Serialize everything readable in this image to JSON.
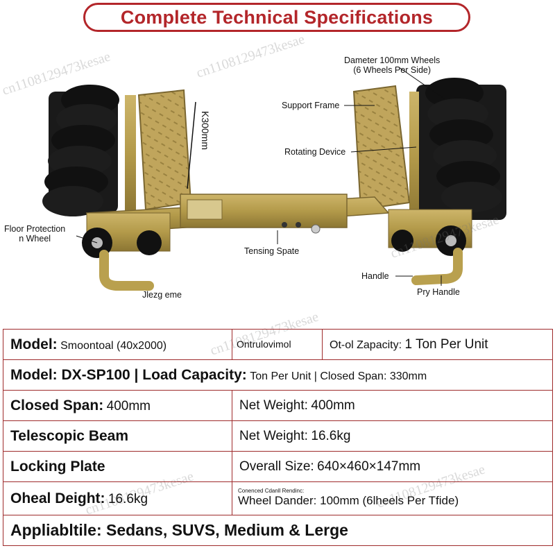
{
  "header": {
    "title": "Complete Technical Specifications"
  },
  "callouts": {
    "wheels_line1": "Dameter 100mm Wheels",
    "wheels_line2": "(6 Wheels Per Side)",
    "support_frame": "Support Frame",
    "rotating_device": "Rotating Device",
    "dimension": "K300mm",
    "floor_line1": "Floor Protection",
    "floor_line2": "n Wheel",
    "tensing_spate": "Tensing Spate",
    "handle": "Handle",
    "pry_handle": "Pry Handle",
    "lower_left": "Jlezg eme"
  },
  "watermark": "cn1108129473kesae",
  "colors": {
    "accent": "#b3262a",
    "frame": "#b39a4a",
    "wheel": "#111111",
    "table_border": "#9e2a2b"
  },
  "table": {
    "r1": {
      "label": "Model:",
      "value": "Smoontoal (40x2000)",
      "mid": "Ontrulovimol",
      "right_label": "Ot-ol Zapacity:",
      "right_value": "1 Ton Per Unit"
    },
    "r2": {
      "label": "Model: DX-SP100 | Load Capacity:",
      "value": "Ton Per Unit | Closed Span: 330mm"
    },
    "r3": {
      "label": "Closed Span:",
      "value": "400mm",
      "right_label": "Net Weight:",
      "right_value": "400mm"
    },
    "r4": {
      "label": "Telescopic Beam",
      "right_label": "Net Weight:",
      "right_value": "16.6kg"
    },
    "r5": {
      "label": "Locking Plate",
      "right_label": "Overall Size:",
      "right_value": "640×460×147mm"
    },
    "r6": {
      "label": "Oheal Deight:",
      "value": "16.6kg",
      "right_note": "Conenced Cdanll Rendinc:",
      "right_value": "Wheel Dander: 100mm (6lheels Per Tfide)"
    },
    "r7": {
      "label": "Appliabltile: Sedans, SUVS, Medium & Lerge"
    }
  }
}
